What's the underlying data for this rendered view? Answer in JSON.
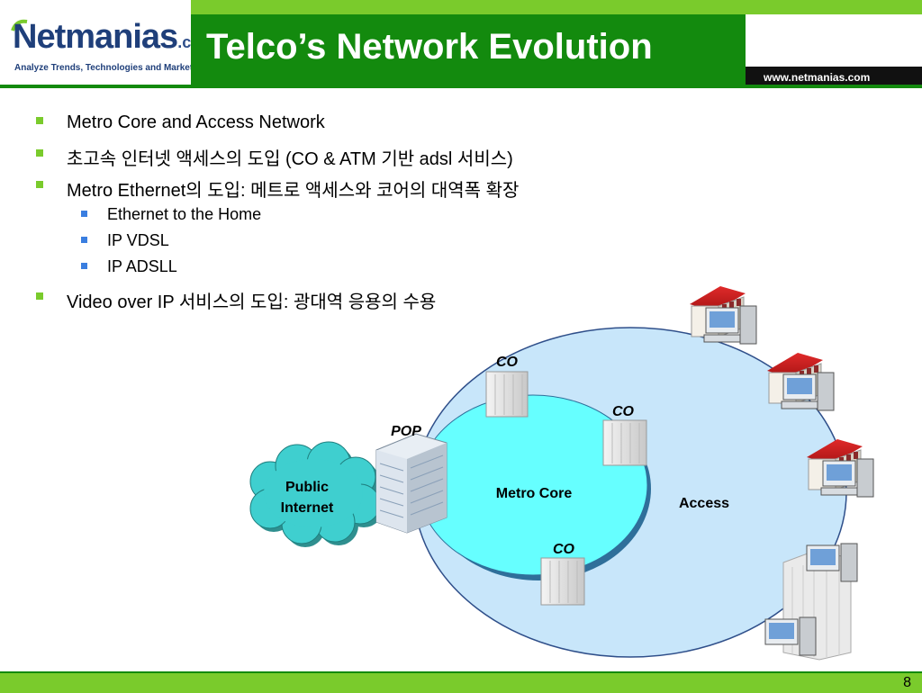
{
  "logo": {
    "wordmark": "Netmanias",
    "suffix": ".com",
    "tagline": "Analyze Trends, Technologies and Market"
  },
  "header": {
    "title": "Telco’s Network Evolution",
    "url": "www.netmanias.com"
  },
  "bullets": [
    {
      "text": "Metro Core and Access Network",
      "level": 1
    },
    {
      "text": "초고속 인터넷 액세스의 도입 (CO & ATM 기반 adsl 서비스)",
      "level": 1
    },
    {
      "text": "Metro Ethernet의 도입: 메트로 액세스와 코어의 대역폭 확장",
      "level": 1
    },
    {
      "text": "Ethernet to the Home",
      "level": 2
    },
    {
      "text": "IP VDSL",
      "level": 2
    },
    {
      "text": "IP ADSLL",
      "level": 2
    },
    {
      "text": "Video over IP 서비스의 도입: 광대역 응용의 수용",
      "level": 1
    }
  ],
  "diagram": {
    "cloud_label_line1": "Public",
    "cloud_label_line2": "Internet",
    "pop_label": "POP",
    "co_top": "CO",
    "co_right": "CO",
    "co_bottom": "CO",
    "metro_core_label": "Metro Core",
    "access_label": "Access"
  },
  "footer": {
    "page_number": "8"
  },
  "colors": {
    "title_green": "#138a0e",
    "accent_green": "#7acb2c",
    "access_fill": "#c8e6fa",
    "metro_fill": "#66ffff",
    "cloud_fill": "#3fcfcf"
  }
}
